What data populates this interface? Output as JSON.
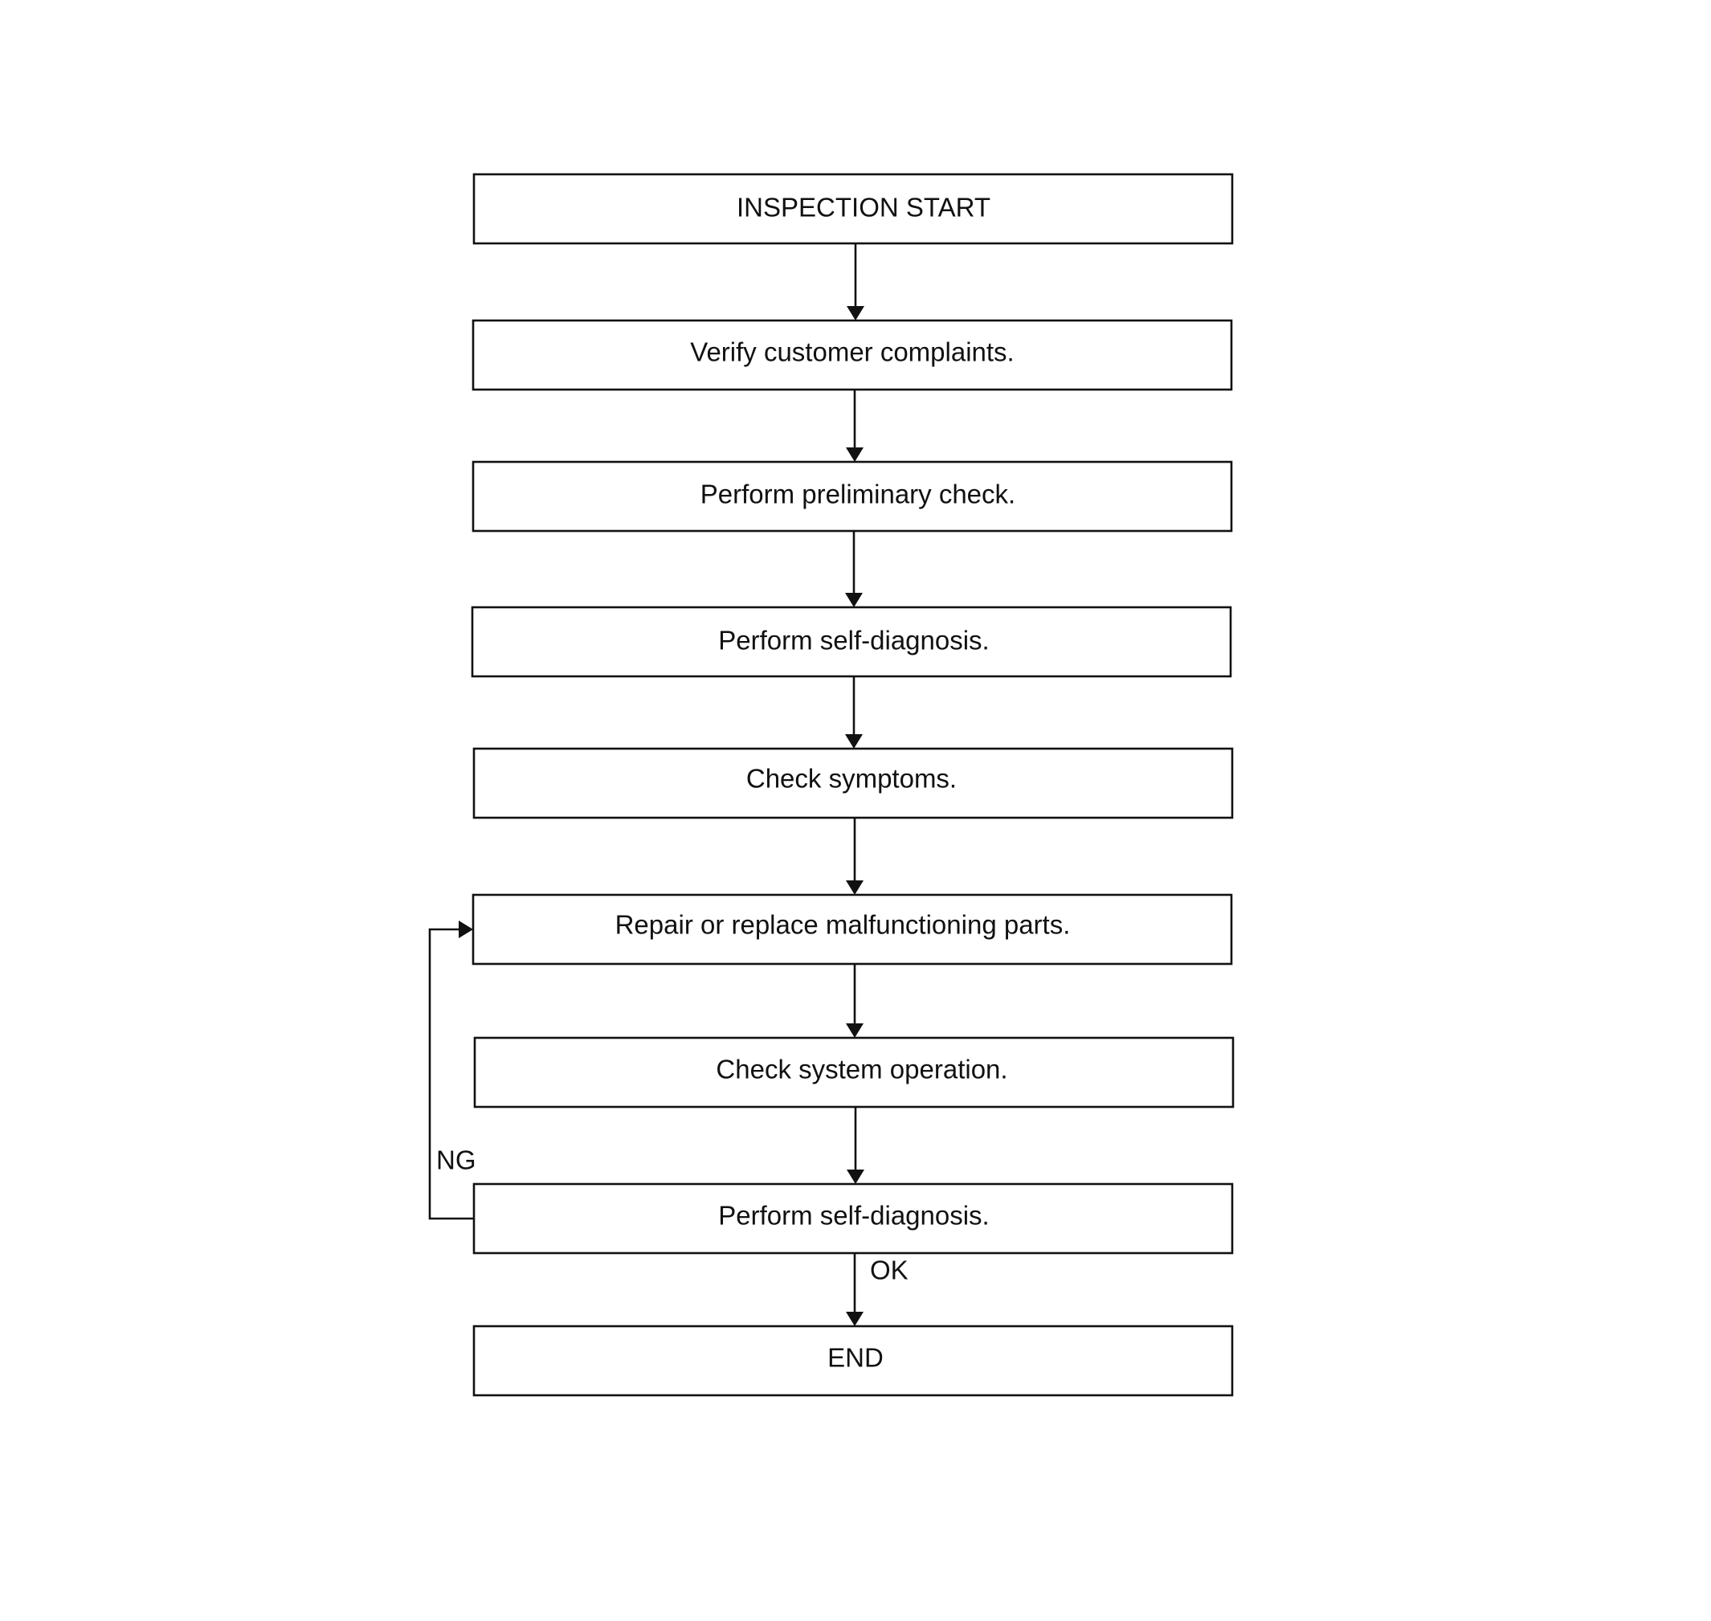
{
  "steps": [
    "INSPECTION START",
    "Verify customer complaints.",
    "Perform preliminary check.",
    "Perform self-diagnosis.",
    "Check symptoms.",
    "Repair or replace malfunctioning parts.",
    "Check system operation.",
    "Perform self-diagnosis.",
    "END"
  ],
  "branches": {
    "ng": "NG",
    "ok": "OK"
  }
}
